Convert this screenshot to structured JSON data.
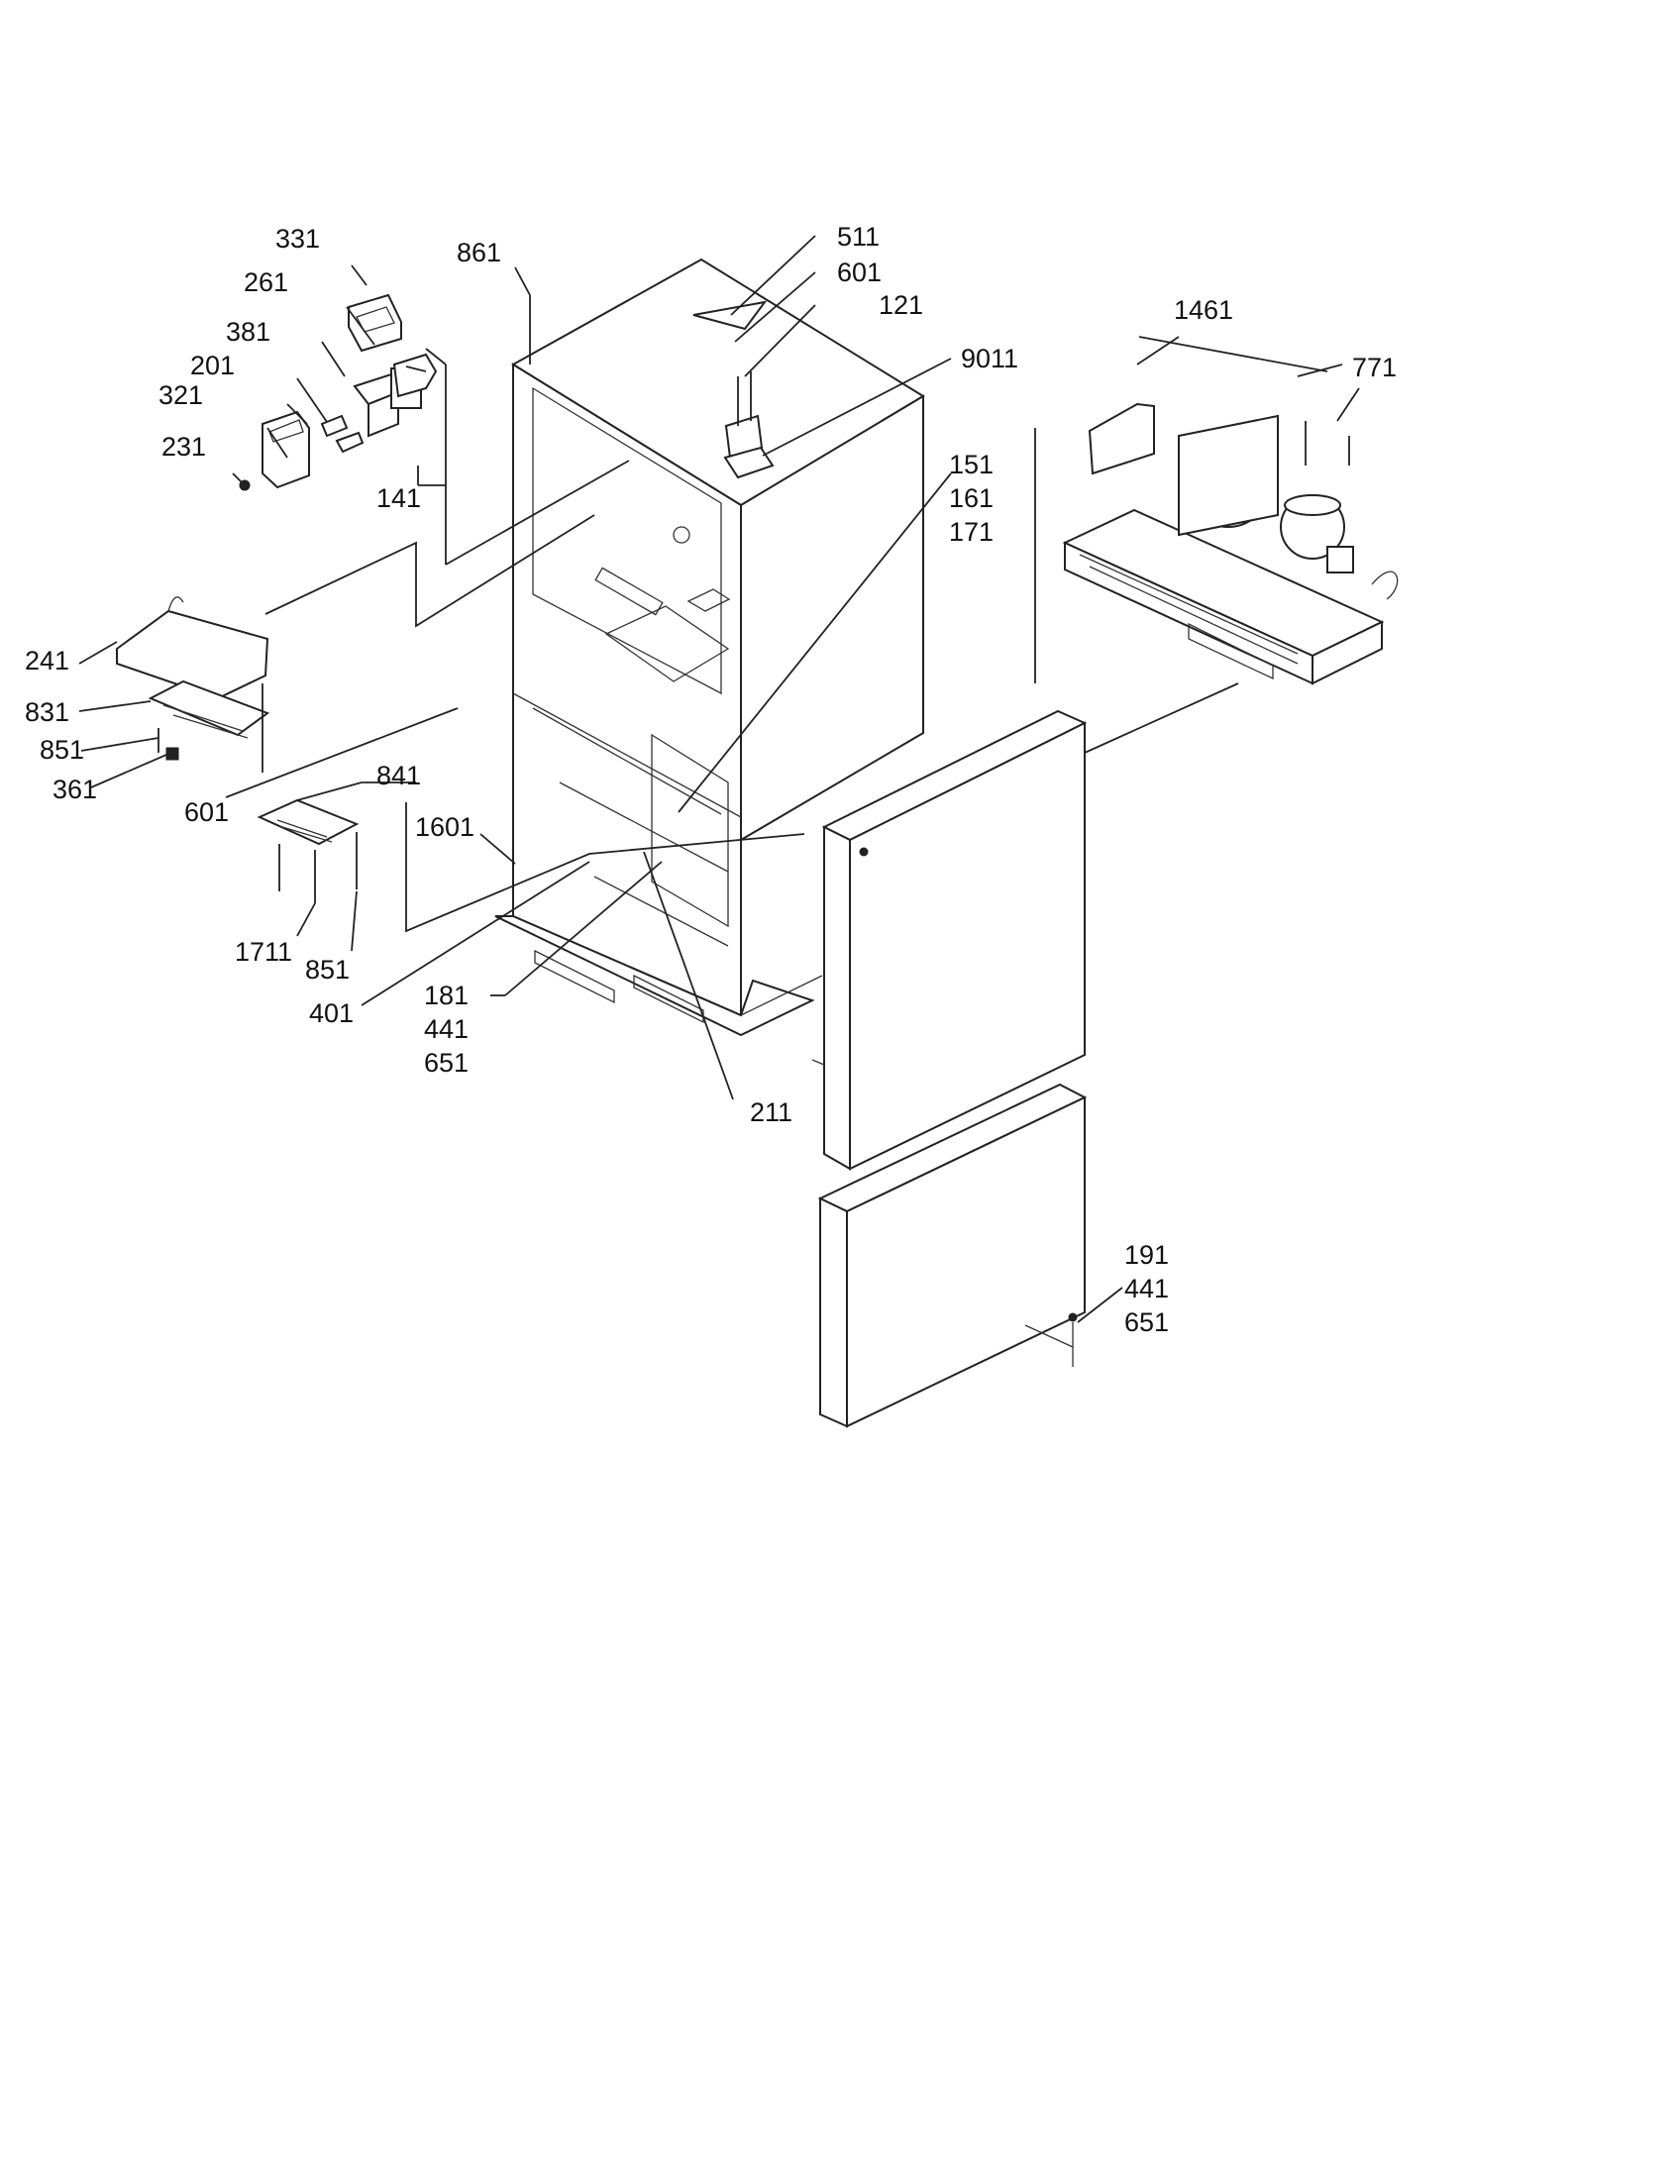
{
  "labels": {
    "l331": "331",
    "l261": "261",
    "l381": "381",
    "l201": "201",
    "l321": "321",
    "l231": "231",
    "l141": "141",
    "l861": "861",
    "l511": "511",
    "l601a": "601",
    "l121": "121",
    "l9011": "9011",
    "l1461": "1461",
    "l771": "771",
    "l151": "151",
    "l161": "161",
    "l171": "171",
    "l241": "241",
    "l831": "831",
    "l851a": "851",
    "l361": "361",
    "l601b": "601",
    "l841": "841",
    "l1601": "1601",
    "l1711": "1711",
    "l851b": "851",
    "l401": "401",
    "l181": "181",
    "l441a": "441",
    "l651a": "651",
    "l211": "211",
    "l191": "191",
    "l441b": "441",
    "l651b": "651"
  }
}
